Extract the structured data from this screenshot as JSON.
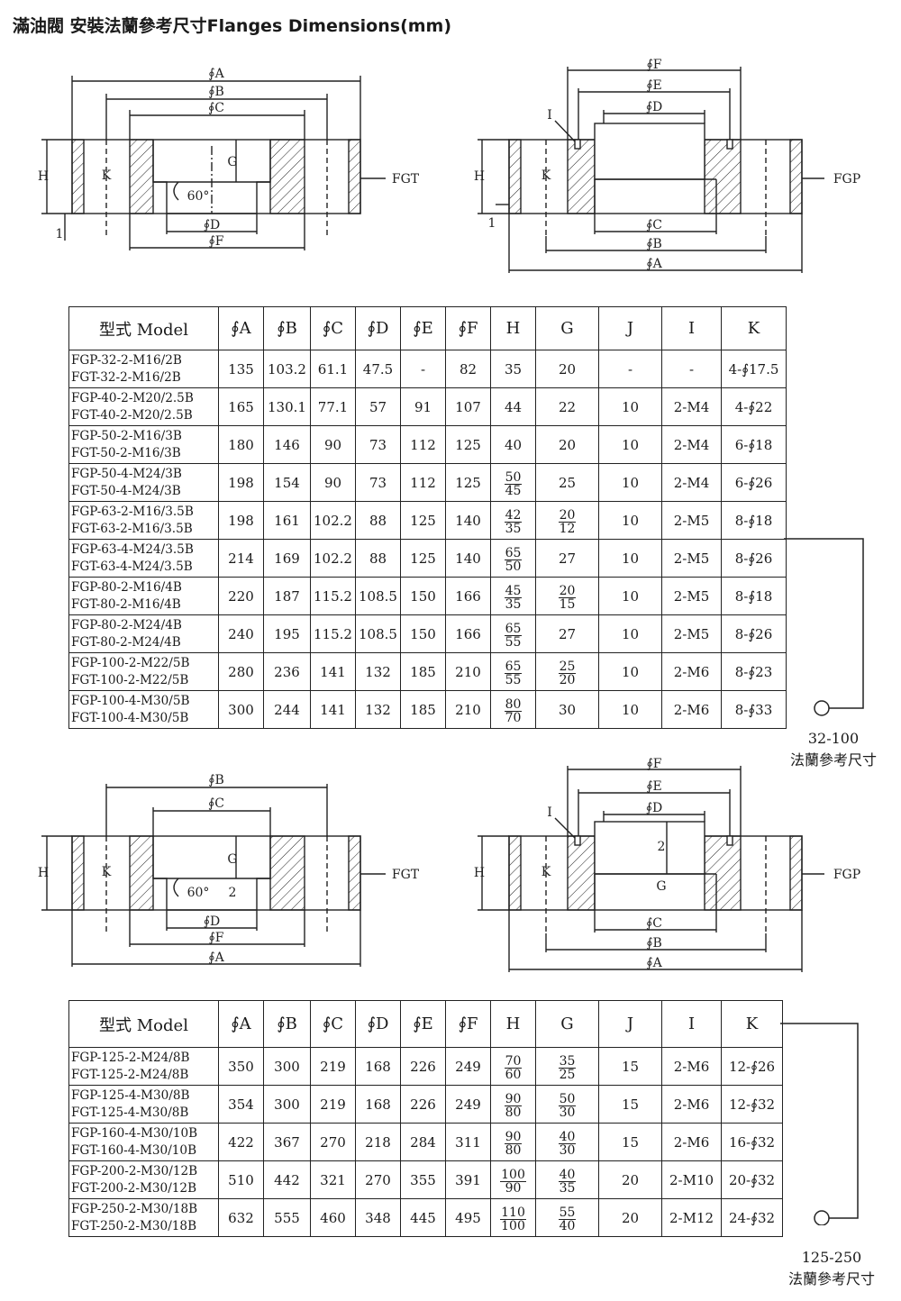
{
  "title": "滿油閥 安裝法蘭參考尺寸Flanges Dimensions(mm)",
  "drawings": {
    "top_left": {
      "labels": {
        "A": "∮A",
        "B": "∮B",
        "C": "∮C",
        "D": "∮D",
        "F": "∮F",
        "G": "G",
        "H": "H",
        "K": "K",
        "angle": "60°",
        "one": "1"
      },
      "tag": "FGT"
    },
    "top_right": {
      "labels": {
        "F": "∮F",
        "E": "∮E",
        "D": "∮D",
        "C": "∮C",
        "B": "∮B",
        "A": "∮A",
        "I": "I",
        "H": "H",
        "K": "K",
        "one": "1"
      },
      "tag": "FGP"
    },
    "bot_left": {
      "labels": {
        "B": "∮B",
        "C": "∮C",
        "D": "∮D",
        "F": "∮F",
        "A": "∮A",
        "G": "G",
        "H": "H",
        "K": "K",
        "angle": "60°",
        "two": "2"
      },
      "tag": "FGT"
    },
    "bot_right": {
      "labels": {
        "F": "∮F",
        "E": "∮E",
        "D": "∮D",
        "C": "∮C",
        "B": "∮B",
        "A": "∮A",
        "I": "I",
        "H": "H",
        "K": "K",
        "G": "G",
        "two": "2"
      },
      "tag": "FGP"
    }
  },
  "table_headers": [
    "型式 Model",
    "∮A",
    "∮B",
    "∮C",
    "∮D",
    "∮E",
    "∮F",
    "H",
    "G",
    "J",
    "I",
    "K"
  ],
  "table1": [
    {
      "m1": "FGP-32-2-M16/2B",
      "m2": "FGT-32-2-M16/2B",
      "A": "135",
      "B": "103.2",
      "C": "61.1",
      "D": "47.5",
      "E": "-",
      "F": "82",
      "H": "35",
      "G": "20",
      "J": "-",
      "I": "-",
      "K": "4-∮17.5"
    },
    {
      "m1": "FGP-40-2-M20/2.5B",
      "m2": "FGT-40-2-M20/2.5B",
      "A": "165",
      "B": "130.1",
      "C": "77.1",
      "D": "57",
      "E": "91",
      "F": "107",
      "H": "44",
      "G": "22",
      "J": "10",
      "I": "2-M4",
      "K": "4-∮22"
    },
    {
      "m1": "FGP-50-2-M16/3B",
      "m2": "FGT-50-2-M16/3B",
      "A": "180",
      "B": "146",
      "C": "90",
      "D": "73",
      "E": "112",
      "F": "125",
      "H": "40",
      "G": "20",
      "J": "10",
      "I": "2-M4",
      "K": "6-∮18"
    },
    {
      "m1": "FGP-50-4-M24/3B",
      "m2": "FGT-50-4-M24/3B",
      "A": "198",
      "B": "154",
      "C": "90",
      "D": "73",
      "E": "112",
      "F": "125",
      "Hn": "50",
      "Hd": "45",
      "G": "25",
      "J": "10",
      "I": "2-M4",
      "K": "6-∮26"
    },
    {
      "m1": "FGP-63-2-M16/3.5B",
      "m2": "FGT-63-2-M16/3.5B",
      "A": "198",
      "B": "161",
      "C": "102.2",
      "D": "88",
      "E": "125",
      "F": "140",
      "Hn": "42",
      "Hd": "35",
      "Gn": "20",
      "Gd": "12",
      "J": "10",
      "I": "2-M5",
      "K": "8-∮18"
    },
    {
      "m1": "FGP-63-4-M24/3.5B",
      "m2": "FGT-63-4-M24/3.5B",
      "A": "214",
      "B": "169",
      "C": "102.2",
      "D": "88",
      "E": "125",
      "F": "140",
      "Hn": "65",
      "Hd": "50",
      "G": "27",
      "J": "10",
      "I": "2-M5",
      "K": "8-∮26"
    },
    {
      "m1": "FGP-80-2-M16/4B",
      "m2": "FGT-80-2-M16/4B",
      "A": "220",
      "B": "187",
      "C": "115.2",
      "D": "108.5",
      "E": "150",
      "F": "166",
      "Hn": "45",
      "Hd": "35",
      "Gn": "20",
      "Gd": "15",
      "J": "10",
      "I": "2-M5",
      "K": "8-∮18"
    },
    {
      "m1": "FGP-80-2-M24/4B",
      "m2": "FGT-80-2-M24/4B",
      "A": "240",
      "B": "195",
      "C": "115.2",
      "D": "108.5",
      "E": "150",
      "F": "166",
      "Hn": "65",
      "Hd": "55",
      "G": "27",
      "J": "10",
      "I": "2-M5",
      "K": "8-∮26"
    },
    {
      "m1": "FGP-100-2-M22/5B",
      "m2": "FGT-100-2-M22/5B",
      "A": "280",
      "B": "236",
      "C": "141",
      "D": "132",
      "E": "185",
      "F": "210",
      "Hn": "65",
      "Hd": "55",
      "Gn": "25",
      "Gd": "20",
      "J": "10",
      "I": "2-M6",
      "K": "8-∮23"
    },
    {
      "m1": "FGP-100-4-M30/5B",
      "m2": "FGT-100-4-M30/5B",
      "A": "300",
      "B": "244",
      "C": "141",
      "D": "132",
      "E": "185",
      "F": "210",
      "Hn": "80",
      "Hd": "70",
      "G": "30",
      "J": "10",
      "I": "2-M6",
      "K": "8-∮33"
    }
  ],
  "table2": [
    {
      "m1": "FGP-125-2-M24/8B",
      "m2": "FGT-125-2-M24/8B",
      "A": "350",
      "B": "300",
      "C": "219",
      "D": "168",
      "E": "226",
      "F": "249",
      "Hn": "70",
      "Hd": "60",
      "Gn": "35",
      "Gd": "25",
      "J": "15",
      "I": "2-M6",
      "K": "12-∮26"
    },
    {
      "m1": "FGP-125-4-M30/8B",
      "m2": "FGT-125-4-M30/8B",
      "A": "354",
      "B": "300",
      "C": "219",
      "D": "168",
      "E": "226",
      "F": "249",
      "Hn": "90",
      "Hd": "80",
      "Gn": "50",
      "Gd": "30",
      "J": "15",
      "I": "2-M6",
      "K": "12-∮32"
    },
    {
      "m1": "FGP-160-4-M30/10B",
      "m2": "FGT-160-4-M30/10B",
      "A": "422",
      "B": "367",
      "C": "270",
      "D": "218",
      "E": "284",
      "F": "311",
      "Hn": "90",
      "Hd": "80",
      "Gn": "40",
      "Gd": "30",
      "J": "15",
      "I": "2-M6",
      "K": "16-∮32"
    },
    {
      "m1": "FGP-200-2-M30/12B",
      "m2": "FGT-200-2-M30/12B",
      "A": "510",
      "B": "442",
      "C": "321",
      "D": "270",
      "E": "355",
      "F": "391",
      "Hn": "100",
      "Hd": "90",
      "Gn": "40",
      "Gd": "35",
      "J": "20",
      "I": "2-M10",
      "K": "20-∮32"
    },
    {
      "m1": "FGP-250-2-M30/18B",
      "m2": "FGT-250-2-M30/18B",
      "A": "632",
      "B": "555",
      "C": "460",
      "D": "348",
      "E": "445",
      "F": "495",
      "Hn": "110",
      "Hd": "100",
      "Gn": "55",
      "Gd": "40",
      "J": "20",
      "I": "2-M12",
      "K": "24-∮32"
    }
  ],
  "note1": {
    "range": "32-100",
    "text": "法蘭參考尺寸"
  },
  "note2": {
    "range": "125-250",
    "text": "法蘭參考尺寸"
  }
}
